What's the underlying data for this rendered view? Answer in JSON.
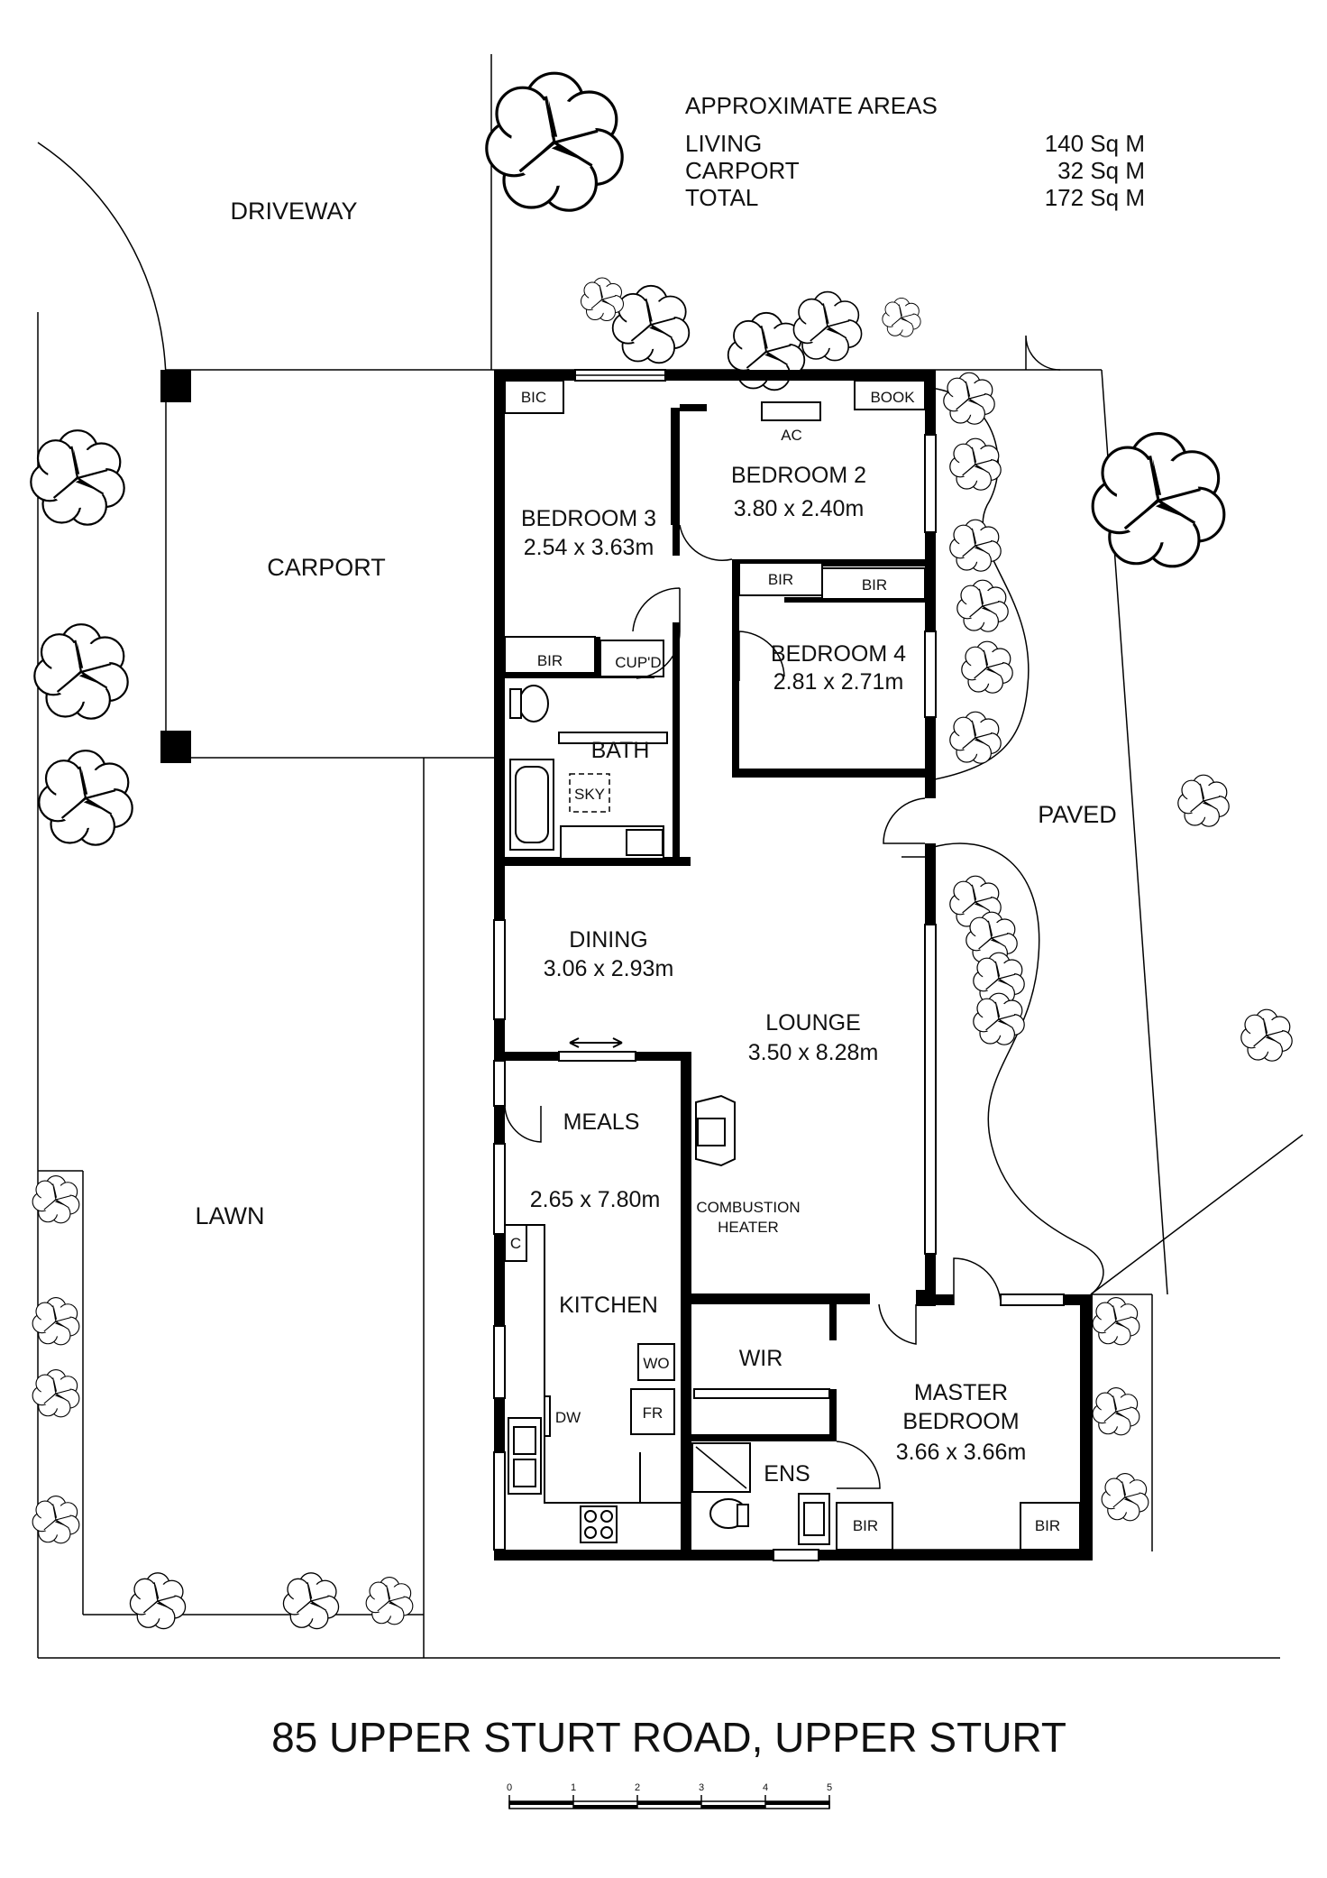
{
  "areas": {
    "heading": "APPROXIMATE AREAS",
    "rows": [
      {
        "label": "LIVING",
        "value": "140 Sq M"
      },
      {
        "label": "CARPORT",
        "value": "32 Sq M"
      },
      {
        "label": "TOTAL",
        "value": "172 Sq M"
      }
    ]
  },
  "exterior": {
    "driveway": "DRIVEWAY",
    "carport": "CARPORT",
    "lawn": "LAWN",
    "paved": "PAVED"
  },
  "rooms": {
    "bedroom3": {
      "name": "BEDROOM 3",
      "size": "2.54 x 3.63m"
    },
    "bedroom2": {
      "name": "BEDROOM 2",
      "size": "3.80 x 2.40m"
    },
    "bedroom4": {
      "name": "BEDROOM 4",
      "size": "2.81 x 2.71m"
    },
    "bath": {
      "name": "BATH"
    },
    "dining": {
      "name": "DINING",
      "size": "3.06 x 2.93m"
    },
    "lounge": {
      "name": "LOUNGE",
      "size": "3.50 x 8.28m"
    },
    "meals": {
      "name": "MEALS",
      "size": "2.65 x 7.80m"
    },
    "kitchen": {
      "name": "KITCHEN"
    },
    "wir": {
      "name": "WIR"
    },
    "master": {
      "name_line1": "MASTER",
      "name_line2": "BEDROOM",
      "size": "3.66 x 3.66m"
    },
    "ens": {
      "name": "ENS"
    }
  },
  "fixtures": {
    "bic": "BIC",
    "book": "BOOK",
    "ac": "AC",
    "bir": "BIR",
    "cupd": "CUP'D",
    "sky": "SKY",
    "combustion_line1": "COMBUSTION",
    "combustion_line2": "HEATER",
    "c": "C",
    "wo": "WO",
    "fr": "FR",
    "dw": "DW"
  },
  "address": "85 UPPER STURT ROAD, UPPER STURT",
  "scale_bar": {
    "ticks": [
      "0",
      "1",
      "2",
      "3",
      "4",
      "5"
    ]
  }
}
